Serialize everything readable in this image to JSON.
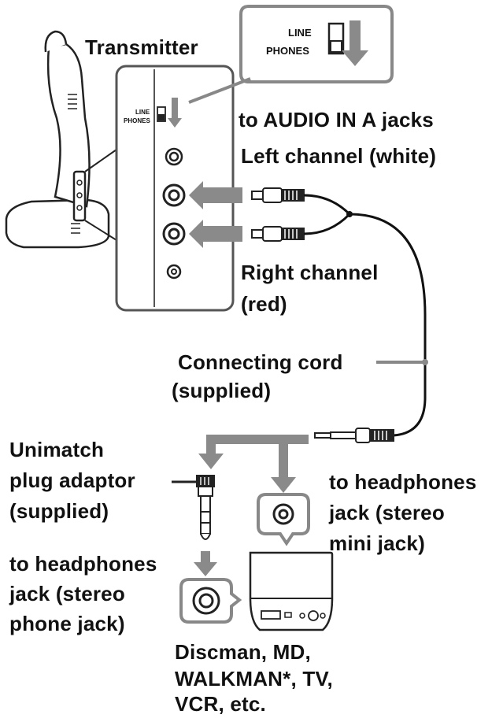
{
  "labels": {
    "transmitter": "Transmitter",
    "line_small": "LINE",
    "phones_small": "PHONES",
    "line_zoom": "LINE",
    "phones_zoom": "PHONES",
    "audio_in": "to AUDIO IN A jacks",
    "left_channel": "Left channel (white)",
    "right_channel_1": "Right channel",
    "right_channel_2": "(red)",
    "connecting_cord_1": "Connecting cord",
    "connecting_cord_2": "(supplied)",
    "unimatch_1": "Unimatch",
    "unimatch_2": "plug adaptor",
    "unimatch_3": "(supplied)",
    "mini_1": "to headphones",
    "mini_2": "jack (stereo",
    "mini_3": "mini jack)",
    "phone_1": "to headphones",
    "phone_2": "jack (stereo",
    "phone_3": "phone jack)",
    "devices_1": "Discman, MD,",
    "devices_2": "WALKMAN*, TV,",
    "devices_3": "VCR, etc."
  },
  "colors": {
    "ink": "#111111",
    "arrow_gray": "#8a8a8a",
    "panel_fill": "#ffffff",
    "outline": "#222222"
  }
}
